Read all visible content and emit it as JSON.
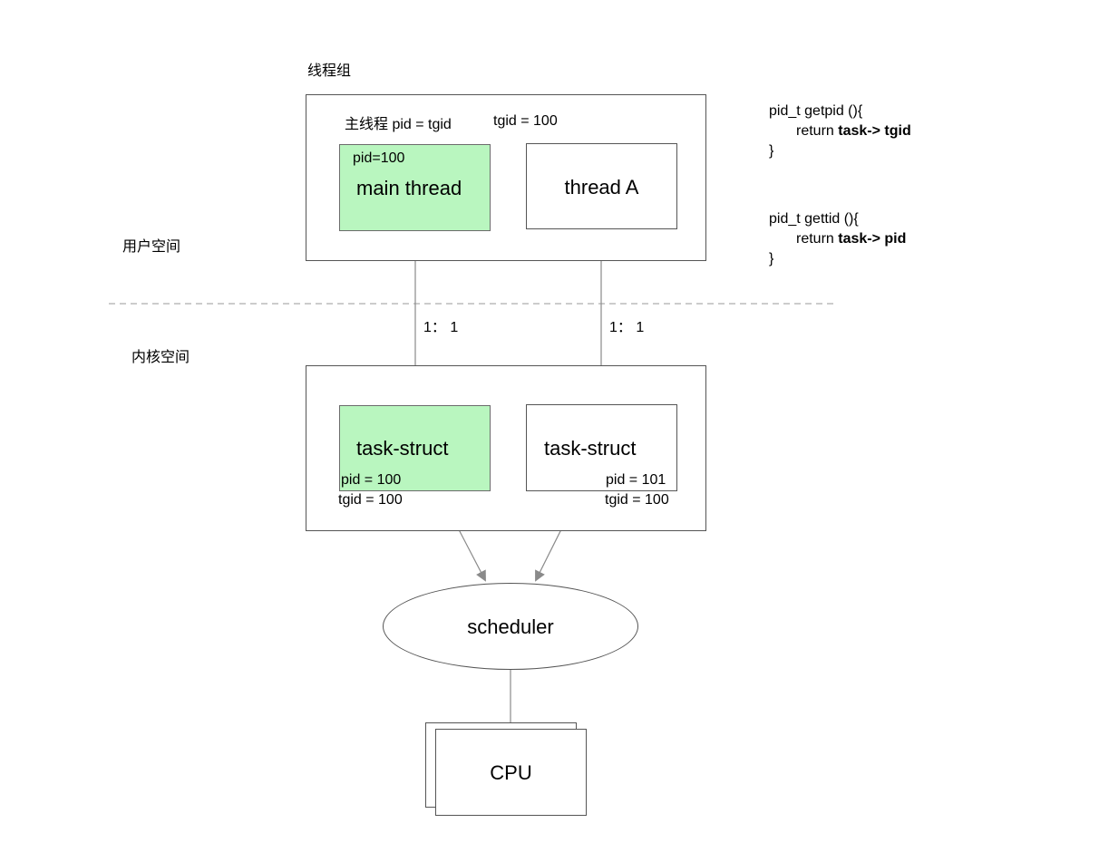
{
  "group_label": "线程组",
  "user_space_label": "用户空间",
  "kernel_space_label": "内核空间",
  "user_group": {
    "main_note": "主线程 pid = tgid",
    "tgid_note": "tgid = 100"
  },
  "main_thread": {
    "pid_label": "pid=100",
    "title": "main thread"
  },
  "thread_a": {
    "title": "thread A"
  },
  "mapping": {
    "left_ratio": "1： 1",
    "right_ratio": "1： 1"
  },
  "task_left": {
    "title": "task-struct",
    "pid": "pid = 100",
    "tgid": "tgid = 100"
  },
  "task_right": {
    "title": "task-struct",
    "pid": "pid = 101",
    "tgid": "tgid = 100"
  },
  "scheduler": {
    "title": "scheduler"
  },
  "cpu": {
    "title": "CPU"
  },
  "code_getpid": {
    "line1": "pid_t getpid (){",
    "line2_prefix": "return ",
    "line2_bold": "task-> tgid",
    "line3": "}"
  },
  "code_gettid": {
    "line1": "pid_t gettid (){",
    "line2_prefix": "return ",
    "line2_bold": "task-> pid",
    "line3": "}"
  },
  "colors": {
    "highlight": "#b9f6bf",
    "stroke": "#555555",
    "divider": "#999999"
  }
}
